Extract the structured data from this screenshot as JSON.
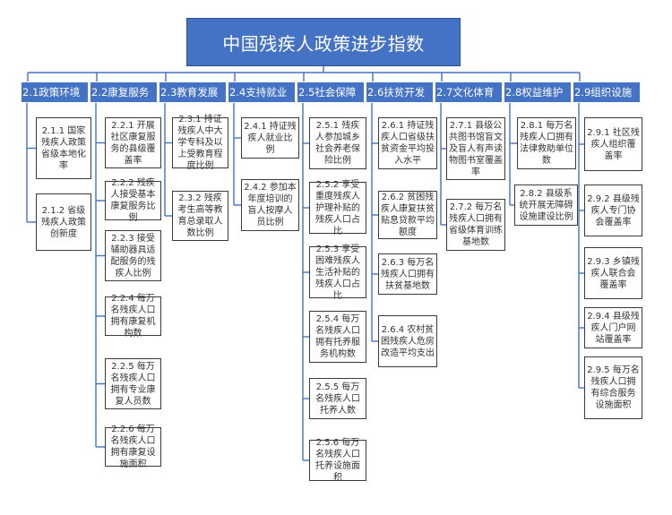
{
  "diagram": {
    "title": "中国残疾人政策进步指数",
    "colors": {
      "header_fill": "#4472c4",
      "connector": "#4472c4",
      "leaf_border": "#3a3a3a"
    },
    "columns": [
      {
        "label": "2.1政策环境",
        "items": [
          "2.1.1 国家残疾人政策省级本地化率",
          "2.1.2 省级残疾人政策创新度"
        ]
      },
      {
        "label": "2.2康复服务",
        "items": [
          "2.2.1 开展社区康复服务的县级覆盖率",
          "2.2.2 残疾人接受基本康复服务比例",
          "2.2.3 接受辅助器具适配服务的残疾人比例",
          "2.2.4 每万名残疾人口拥有康复机构数",
          "2.2.5 每万名残疾人口拥有专业康复人员数",
          "2.2.6 每万名残疾人口拥有康复设施面积"
        ]
      },
      {
        "label": "2.3教育发展",
        "items": [
          "2.3.1 持证残疾人中大学专科及以上受教育程度比例",
          "2.3.2 残疾考生高等教育总录取人数比例"
        ]
      },
      {
        "label": "2.4支持就业",
        "items": [
          "2.4.1 持证残疾人就业比例",
          "2.4.2 参加本年度培训的盲人按摩人员比例"
        ]
      },
      {
        "label": "2.5社会保障",
        "items": [
          "2.5.1 残疾人参加城乡社会养老保险比例",
          "2.5.2 享受重度残疾人护理补贴的残疾人口占比",
          "2.5.3 享受困难残疾人生活补贴的残疾人口占比",
          "2.5.4 每万名残疾人口拥有托养服务机构数",
          "2.5.5 每万名残疾人口托养人数",
          "2.5.6 每万名残疾人口托养设施面积"
        ]
      },
      {
        "label": "2.6扶贫开发",
        "items": [
          "2.6.1 持证残疾人口省级扶贫资金平均投入水平",
          "2.6.2 贫困残疾人康复扶贫贴息贷款平均额度",
          "2.6.3 每万名残疾人口拥有扶贫基地数",
          "2.6.4 农村贫困残疾人危房改造平均支出"
        ]
      },
      {
        "label": "2.7文化体育",
        "items": [
          "2.7.1 县级公共图书馆盲文及盲人有声读物图书室覆盖率",
          "2.7.2 每万名残疾人口拥有省级体育训练基地数"
        ]
      },
      {
        "label": "2.8权益维护",
        "items": [
          "2.8.1 每万名残疾人口拥有法律救助单位数",
          "2.8.2 县级系统开展无障碍设施建设比例"
        ]
      },
      {
        "label": "2.9组织设施",
        "items": [
          "2.9.1 社区残疾人组织覆盖率",
          "2.9.2 县级残疾人专门协会覆盖率",
          "2.9.3 乡镇残疾人联合会覆盖率",
          "2.9.4 县级残疾人门户网站覆盖率",
          "2.9.5 每万名残疾人口拥有综合服务设施面积"
        ]
      }
    ]
  }
}
